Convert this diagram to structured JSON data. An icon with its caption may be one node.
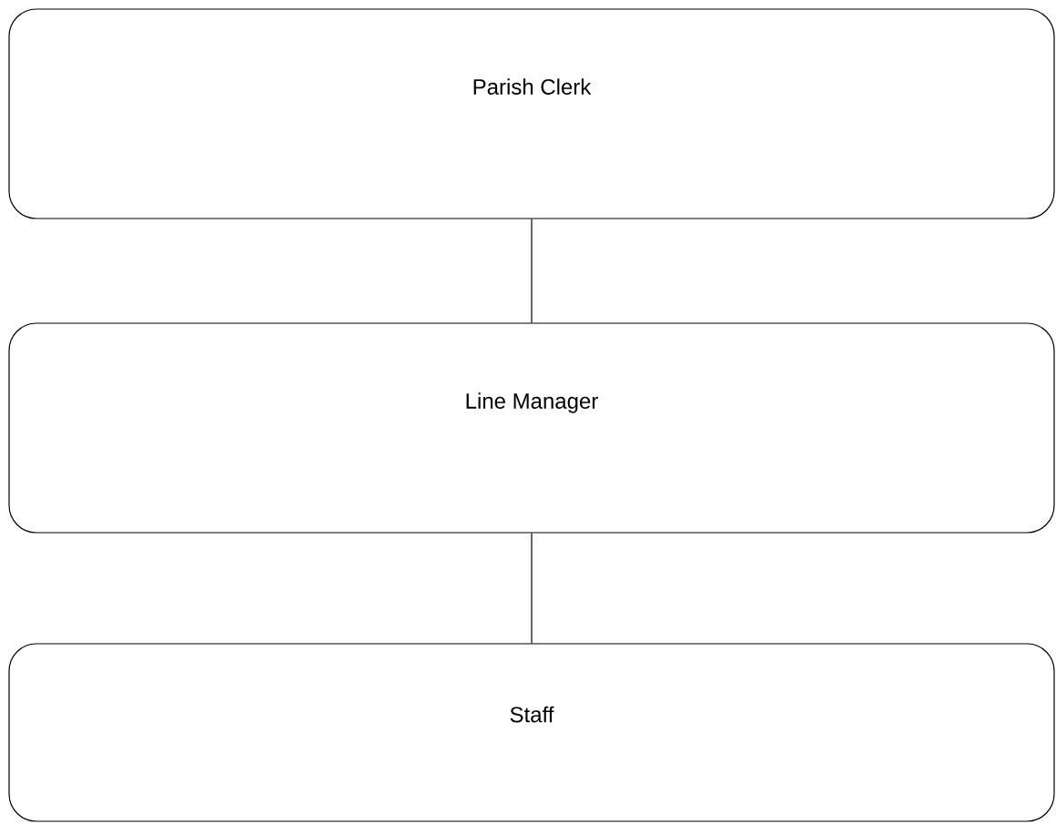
{
  "diagram": {
    "nodes": [
      {
        "text": [
          "Parish Clerk"
        ]
      },
      {
        "text": [
          "Line Manager"
        ]
      },
      {
        "text": [
          "Staff"
        ]
      }
    ],
    "edges": [
      {
        "from": 0,
        "to": 1,
        "arrow": "none"
      },
      {
        "from": 1,
        "to": 2,
        "arrow": "none"
      }
    ]
  }
}
